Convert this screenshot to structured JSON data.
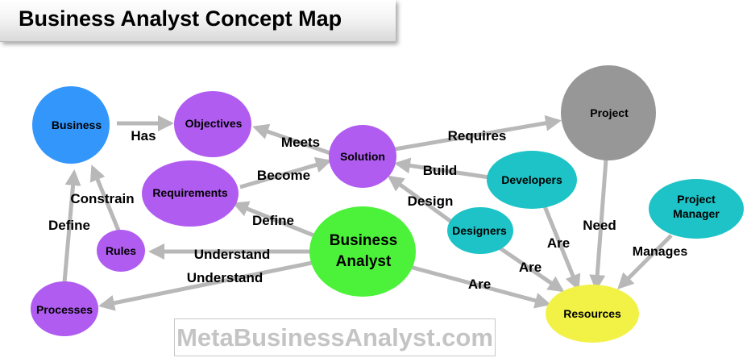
{
  "title": "Business Analyst Concept Map",
  "watermark": "MetaBusinessAnalyst.com",
  "colors": {
    "purple": "#b05cf0",
    "blue": "#3396fb",
    "green": "#4cf23a",
    "teal": "#1dc3c6",
    "gray": "#979797",
    "yellow": "#f2f246",
    "arrow": "#b8b8b8"
  },
  "nodes": {
    "business": "Business",
    "objectives": "Objectives",
    "solution": "Solution",
    "project": "Project",
    "requirements": "Requirements",
    "developers": "Developers",
    "designers": "Designers",
    "project_manager": [
      "Project",
      "Manager"
    ],
    "business_analyst": [
      "Business",
      "Analyst"
    ],
    "rules": "Rules",
    "processes": "Processes",
    "resources": "Resources"
  },
  "edges": {
    "has": "Has",
    "meets": "Meets",
    "requires": "Requires",
    "become": "Become",
    "build": "Build",
    "design": "Design",
    "constrain": "Constrain",
    "define_left": "Define",
    "define_ba": "Define",
    "need": "Need",
    "are_dev": "Are",
    "are_des": "Are",
    "are_ba": "Are",
    "manages": "Manages",
    "understand_rules": "Understand",
    "understand_proc": "Understand"
  }
}
